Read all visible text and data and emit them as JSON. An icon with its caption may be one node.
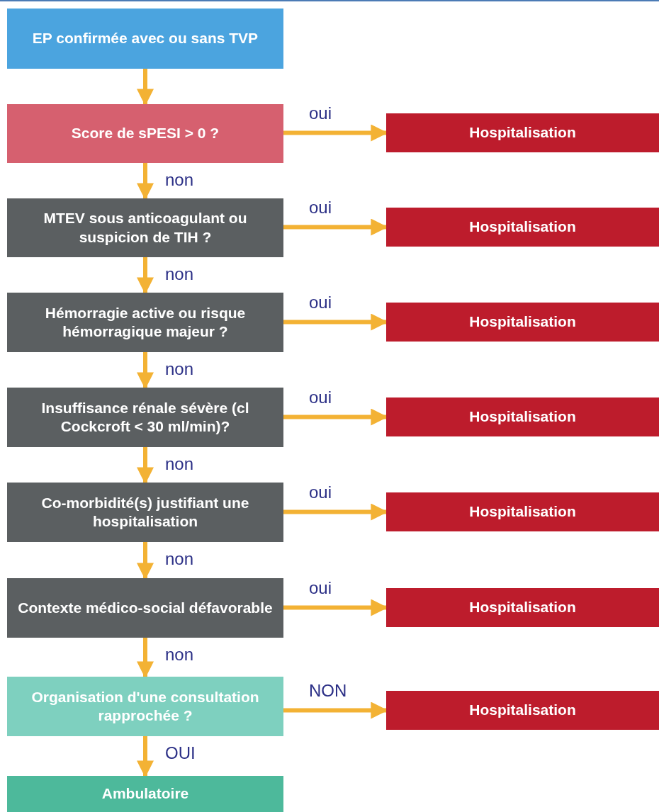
{
  "diagram": {
    "nodes": [
      {
        "text": [
          "EP confirmée avec ou sans TVP"
        ]
      },
      {
        "text": [
          "Score de sPESI > 0 ?"
        ]
      },
      {
        "text": [
          "Hospitalisation"
        ]
      },
      {
        "text": [
          "MTEV sous anticoagulant ou suspicion de TIH ?"
        ]
      },
      {
        "text": [
          "Hospitalisation"
        ]
      },
      {
        "text": [
          "Hémorragie active ou risque hémorragique majeur ?"
        ]
      },
      {
        "text": [
          "Hospitalisation"
        ]
      },
      {
        "text": [
          "Insuffisance rénale sévère (cl Cockcroft < 30 ml/min)?"
        ]
      },
      {
        "text": [
          "Hospitalisation"
        ]
      },
      {
        "text": [
          "Co-morbidité(s) justifiant une hospitalisation"
        ]
      },
      {
        "text": [
          "Hospitalisation"
        ]
      },
      {
        "text": [
          "Contexte médico-social défavorable"
        ]
      },
      {
        "text": [
          "Hospitalisation"
        ]
      },
      {
        "text": [
          "Organisation d'une consultation rapprochée ?"
        ]
      },
      {
        "text": [
          "Hospitalisation"
        ]
      },
      {
        "text": [
          "Ambulatoire"
        ]
      }
    ],
    "edges": [
      {
        "from": 0,
        "to": 1,
        "arrow": "to"
      },
      {
        "from": 1,
        "to": 2,
        "arrow": "to",
        "label": "oui"
      },
      {
        "from": 1,
        "to": 3,
        "arrow": "to",
        "label": "non"
      },
      {
        "from": 3,
        "to": 4,
        "arrow": "to",
        "label": "oui"
      },
      {
        "from": 3,
        "to": 5,
        "arrow": "to",
        "label": "non"
      },
      {
        "from": 5,
        "to": 6,
        "arrow": "to",
        "label": "oui"
      },
      {
        "from": 5,
        "to": 7,
        "arrow": "to",
        "label": "non"
      },
      {
        "from": 7,
        "to": 8,
        "arrow": "to",
        "label": "oui"
      },
      {
        "from": 7,
        "to": 9,
        "arrow": "to",
        "label": "non"
      },
      {
        "from": 9,
        "to": 10,
        "arrow": "to",
        "label": "oui"
      },
      {
        "from": 9,
        "to": 11,
        "arrow": "to",
        "label": "non"
      },
      {
        "from": 11,
        "to": 12,
        "arrow": "to",
        "label": "oui"
      },
      {
        "from": 11,
        "to": 13,
        "arrow": "to",
        "label": "non"
      },
      {
        "from": 13,
        "to": 14,
        "arrow": "to",
        "label": "NON"
      },
      {
        "from": 13,
        "to": 15,
        "arrow": "to",
        "label": "OUI"
      }
    ]
  }
}
